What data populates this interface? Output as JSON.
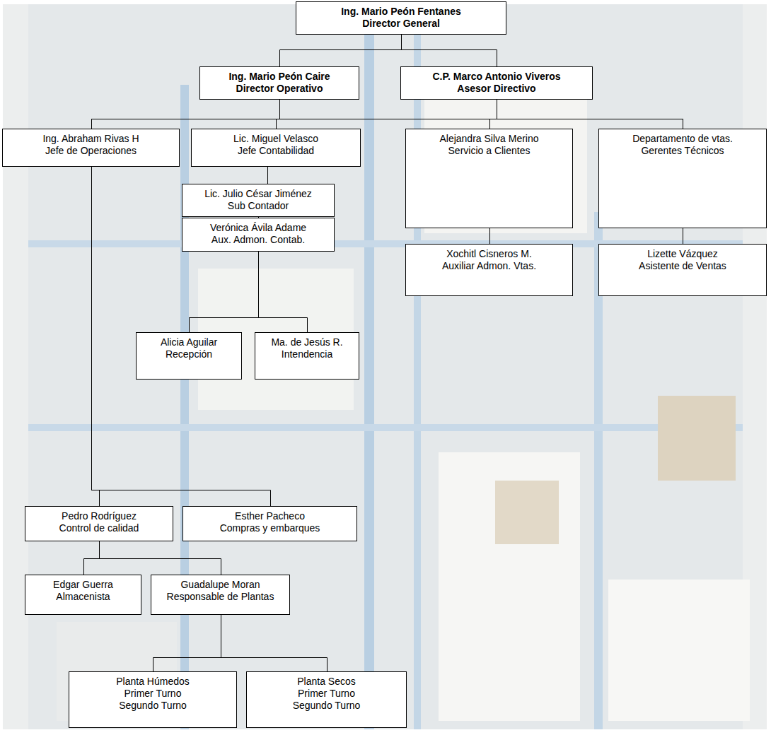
{
  "diagram": {
    "nodes": [
      {
        "text": [
          "Ing. Mario Peón Fentanes",
          "Director General"
        ]
      },
      {
        "text": [
          "Ing. Mario Peón Caire",
          "Director Operativo"
        ]
      },
      {
        "text": [
          "C.P. Marco Antonio Viveros",
          "Asesor Directivo"
        ]
      },
      {
        "text": [
          "Ing. Abraham Rivas H",
          "Jefe de Operaciones"
        ]
      },
      {
        "text": [
          "Lic. Miguel Velasco",
          "Jefe Contabilidad"
        ]
      },
      {
        "text": [
          "Alejandra Silva Merino",
          "Servicio a Clientes"
        ]
      },
      {
        "text": [
          "Departamento de vtas.",
          "Gerentes Técnicos"
        ]
      },
      {
        "text": [
          "Lic. Julio César Jiménez",
          "Sub Contador"
        ]
      },
      {
        "text": [
          "Xochitl Cisneros M.",
          "Auxiliar Admon. Vtas."
        ]
      },
      {
        "text": [
          "Lizette Vázquez",
          "Asistente de Ventas"
        ]
      },
      {
        "text": [
          "Verónica Ávila Adame",
          "Aux. Admon. Contab."
        ]
      },
      {
        "text": [
          "Alicia Aguilar",
          "Recepción"
        ]
      },
      {
        "text": [
          "Ma. de Jesús R.",
          "Intendencia"
        ]
      },
      {
        "text": [
          "Pedro Rodríguez",
          "Control de calidad"
        ]
      },
      {
        "text": [
          "Esther Pacheco",
          "Compras y embarques"
        ]
      },
      {
        "text": [
          "Edgar Guerra",
          "Almacenista"
        ]
      },
      {
        "text": [
          "Guadalupe Moran",
          "Responsable de Plantas"
        ]
      },
      {
        "text": [
          "Planta Húmedos",
          "Primer Turno",
          "Segundo Turno"
        ]
      },
      {
        "text": [
          "Planta Secos",
          "Primer Turno",
          "Segundo Turno"
        ]
      }
    ],
    "edges": [
      {
        "from": 0,
        "to": 1,
        "arrow": "none"
      },
      {
        "from": 0,
        "to": 2,
        "arrow": "none"
      },
      {
        "from": 1,
        "to": 3,
        "arrow": "none"
      },
      {
        "from": 1,
        "to": 4,
        "arrow": "none"
      },
      {
        "from": 1,
        "to": 5,
        "arrow": "none"
      },
      {
        "from": 1,
        "to": 6,
        "arrow": "none"
      },
      {
        "from": 2,
        "to": 3,
        "arrow": "none"
      },
      {
        "from": 2,
        "to": 4,
        "arrow": "none"
      },
      {
        "from": 2,
        "to": 5,
        "arrow": "none"
      },
      {
        "from": 2,
        "to": 6,
        "arrow": "none"
      },
      {
        "from": 4,
        "to": 7,
        "arrow": "none"
      },
      {
        "from": 5,
        "to": 8,
        "arrow": "none"
      },
      {
        "from": 6,
        "to": 9,
        "arrow": "none"
      },
      {
        "from": 7,
        "to": 10,
        "arrow": "none"
      },
      {
        "from": 10,
        "to": 11,
        "arrow": "none"
      },
      {
        "from": 10,
        "to": 12,
        "arrow": "none"
      },
      {
        "from": 3,
        "to": 13,
        "arrow": "none"
      },
      {
        "from": 3,
        "to": 14,
        "arrow": "none"
      },
      {
        "from": 13,
        "to": 15,
        "arrow": "none"
      },
      {
        "from": 13,
        "to": 16,
        "arrow": "none"
      },
      {
        "from": 16,
        "to": 17,
        "arrow": "none"
      },
      {
        "from": 16,
        "to": 18,
        "arrow": "none"
      }
    ]
  }
}
